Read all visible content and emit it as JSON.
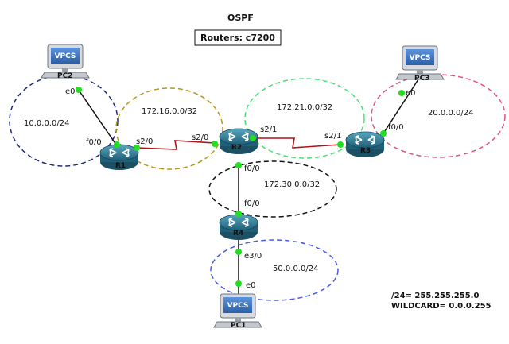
{
  "title": "OSPF",
  "routers_box": "Routers: c7200",
  "devices": {
    "r1": "R1",
    "r2": "R2",
    "r3": "R3",
    "r4": "R4",
    "pc1": "PC1",
    "pc2": "PC2",
    "pc3": "PC3",
    "vpcs": "VPCS"
  },
  "networks": {
    "n1": "10.0.0.0/24",
    "n2": "172.16.0.0/32",
    "n3": "172.21.0.0/32",
    "n4": "20.0.0.0/24",
    "n5": "172.30.0.0/32",
    "n6": "50.0.0.0/24"
  },
  "interfaces": {
    "pc2_e0": "e0",
    "r1_f00": "f0/0",
    "r1_s20": "s2/0",
    "r2_s20": "s2/0",
    "r2_s21": "s2/1",
    "r3_s21": "s2/1",
    "r3_f00": "f0/0",
    "pc3_e0": "e0",
    "r2_f00": "f0/0",
    "r4_f00": "f0/0",
    "r4_e30": "e3/0",
    "pc1_e0": "e0"
  },
  "notes": {
    "mask": "/24= 255.255.255.0",
    "wildcard": "WILDCARD= 0.0.0.255"
  },
  "colors": {
    "net_n1": "#1f2b7a",
    "net_n2": "#b59a1a",
    "net_n3": "#4be07a",
    "net_n4": "#e0557a",
    "net_n5": "#111111",
    "net_n6": "#4a5ae8",
    "router_fill": "#2f7f9a",
    "link_dot": "#22dd22",
    "serial_link": "#b0121b",
    "vpcs_screen": "#3a74c4"
  }
}
